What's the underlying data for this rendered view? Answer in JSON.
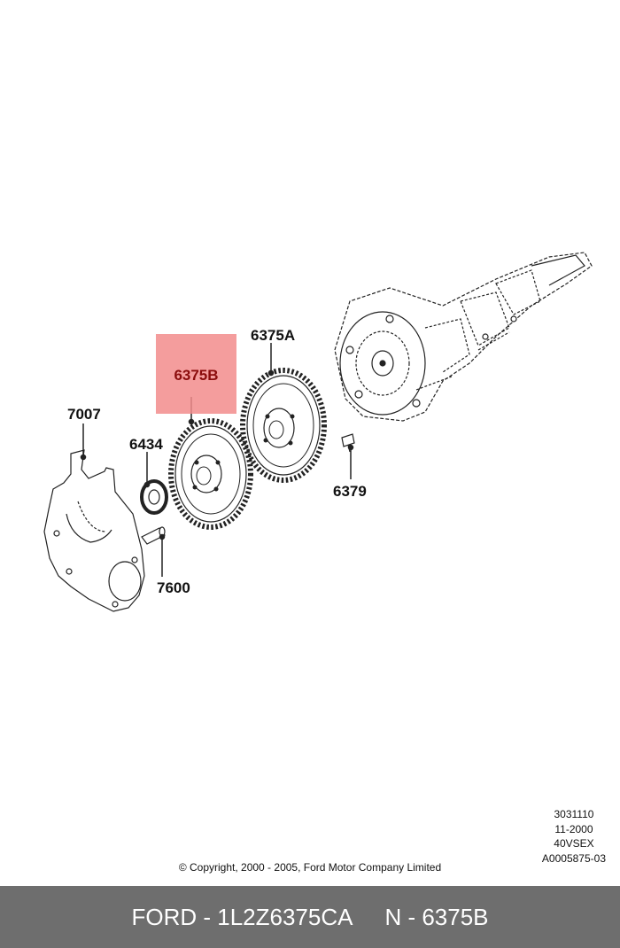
{
  "callouts": {
    "p7007": "7007",
    "p6434": "6434",
    "p6375B": "6375B",
    "p6375A": "6375A",
    "p6379": "6379",
    "p7600": "7600"
  },
  "meta": {
    "line1": "3031110",
    "line2": "11-2000",
    "line3": "40VSEX",
    "line4": "A0005875-03"
  },
  "copyright": "© Copyright, 2000 - 2005, Ford Motor Company Limited",
  "footer": {
    "brand_part": "FORD - 1L2Z6375CA",
    "ref": "N - 6375B"
  },
  "colors": {
    "highlight": "#f28c8c",
    "highlight_text": "#8b0d0d",
    "footer_bg": "#6e6e6e"
  }
}
